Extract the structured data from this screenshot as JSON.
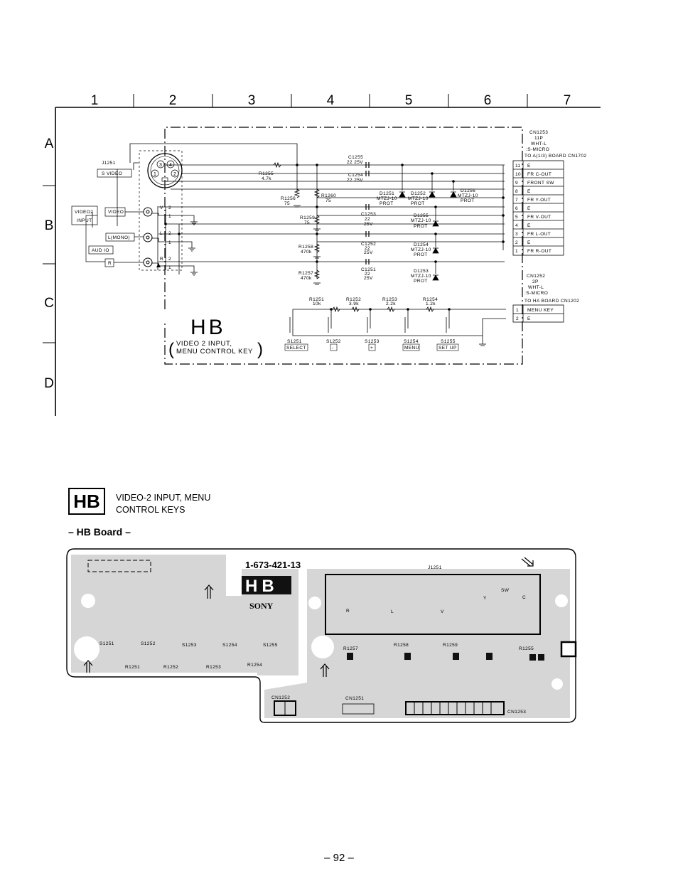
{
  "grid": {
    "columns": [
      "1",
      "2",
      "3",
      "4",
      "5",
      "6",
      "7"
    ],
    "rows": [
      "A",
      "B",
      "C",
      "D"
    ]
  },
  "board": {
    "code": "HB",
    "title_line1": "VIDEO 2 INPUT,",
    "title_line2": "MENU CONTROL KEY"
  },
  "cn1253": {
    "header": [
      "CN1253",
      "11P",
      "WHT-L",
      ":S-MICRO"
    ],
    "dest": "TO A(1/3) BOARD CN1702",
    "pins": [
      {
        "num": "11",
        "label": "E"
      },
      {
        "num": "10",
        "label": "FR C-OUT"
      },
      {
        "num": "9",
        "label": "FRONT SW"
      },
      {
        "num": "8",
        "label": "E"
      },
      {
        "num": "7",
        "label": "FR Y-OUT"
      },
      {
        "num": "6",
        "label": "E"
      },
      {
        "num": "5",
        "label": "FR V-OUT"
      },
      {
        "num": "4",
        "label": "E"
      },
      {
        "num": "3",
        "label": "FR L-OUT"
      },
      {
        "num": "2",
        "label": "E"
      },
      {
        "num": "1",
        "label": "FR R-OUT"
      }
    ]
  },
  "cn1252": {
    "header": [
      "CN1252",
      "2P",
      "WHT-L",
      ":S-MICRO"
    ],
    "dest": "TO HA BOARD CN1202",
    "pins": [
      {
        "num": "1",
        "label": "MENU KEY"
      },
      {
        "num": "2",
        "label": "E"
      }
    ]
  },
  "inputs": {
    "j1251": "J1251",
    "s_video": "S VIDEO",
    "video2_l1": "VIDEO2",
    "video2_l2": "INPUT",
    "video": "VIDEO",
    "l_mono": "L(MONO)",
    "audio": "AUD IO",
    "r": "R"
  },
  "components": {
    "c1255": [
      "C1255",
      "22 25V"
    ],
    "c1254": [
      "C1254",
      "22 25V"
    ],
    "r1255": [
      "R1255",
      "4.7k"
    ],
    "r1256": [
      "R1256",
      "75"
    ],
    "r1260": [
      "R1260",
      "75"
    ],
    "r1259": [
      "R1259",
      "75"
    ],
    "r1258": [
      "R1258",
      "470k"
    ],
    "r1257": [
      "R1257",
      "470k"
    ],
    "c1253": [
      "C1253",
      "22",
      "25V"
    ],
    "c1252": [
      "C1252",
      "22",
      "25V"
    ],
    "c1251": [
      "C1251",
      "22",
      "25V"
    ],
    "d1251": [
      "D1251",
      "MTZJ-10",
      "PROT"
    ],
    "d1252": [
      "D1252",
      "MTZJ-10",
      "PROT"
    ],
    "d1256": [
      "D1256",
      "MTZJ-10",
      "PROT"
    ],
    "d1255": [
      "D1255",
      "MTZJ-10",
      "PROT"
    ],
    "d1254": [
      "D1254",
      "MTZJ-10",
      "PROT"
    ],
    "d1253": [
      "D1253",
      "MTZJ-10",
      "PROT"
    ],
    "r1251": [
      "R1251",
      "10k"
    ],
    "r1252": [
      "R1252",
      "3.9k"
    ],
    "r1253": [
      "R1253",
      "2.2k"
    ],
    "r1254": [
      "R1254",
      "1.2k"
    ]
  },
  "switches": [
    {
      "ref": "S1251",
      "label": "SELECT"
    },
    {
      "ref": "S1252",
      "label": "-"
    },
    {
      "ref": "S1253",
      "label": "+"
    },
    {
      "ref": "S1254",
      "label": "MENU"
    },
    {
      "ref": "S1255",
      "label": "SET UP"
    }
  ],
  "legend": {
    "code": "HB",
    "line1": "VIDEO-2 INPUT, MENU",
    "line2": "CONTROL KEYS"
  },
  "subtitle": "– HB Board –",
  "pcb": {
    "part_no": "1-673-421-13",
    "code": "HB",
    "brand": "SONY",
    "j1251": "J1251",
    "cn1253": "CN1253",
    "cn1251": "CN1251",
    "cn1252": "CN1252",
    "sw_labels": [
      "S1251",
      "S1252",
      "S1253",
      "S1254",
      "S1255"
    ],
    "r_labels": [
      "R1251",
      "R1252",
      "R1253",
      "R1254",
      "R1257",
      "R1258",
      "R1259",
      "R1255"
    ],
    "jack_labels": [
      "R",
      "L",
      "V",
      "Y",
      "SW",
      "C"
    ]
  },
  "page_number": "– 92 –"
}
